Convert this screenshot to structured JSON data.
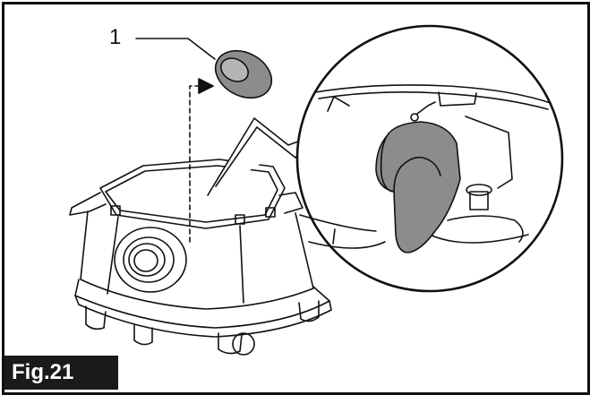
{
  "figure": {
    "label": "Fig.21",
    "callout": "1"
  },
  "colors": {
    "ink": "#111111",
    "part_fill": "#8c8c8c",
    "part_fill_light": "#b5b5b5",
    "label_bg": "#1a1a1a"
  },
  "icons": [
    "vacuum-cleaner-body",
    "cover-part",
    "magnifier-circle",
    "insertion-arrow"
  ]
}
